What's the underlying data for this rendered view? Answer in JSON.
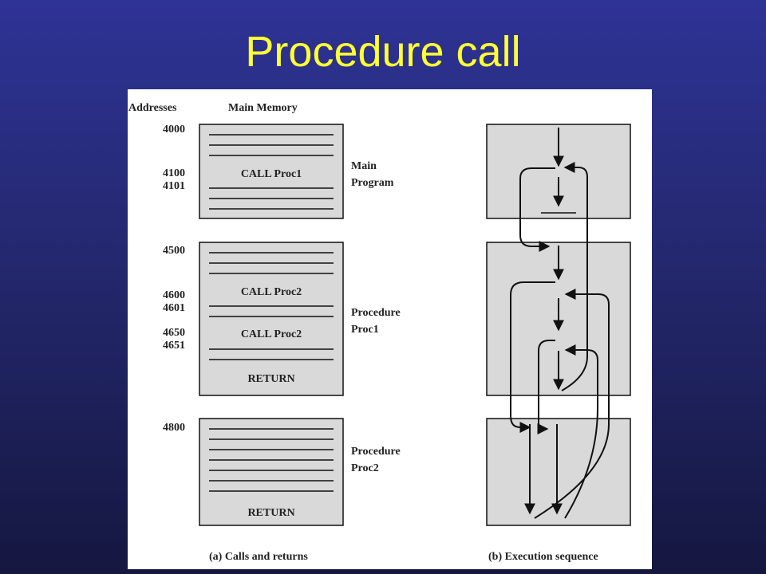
{
  "title": "Procedure call",
  "figure": {
    "header": {
      "addresses": "Addresses",
      "main_memory": "Main Memory"
    },
    "addresses": [
      "4000",
      "4100",
      "4101",
      "4500",
      "4600",
      "4601",
      "4650",
      "4651",
      "4800"
    ],
    "memory_labels": {
      "call_proc1": "CALL Proc1",
      "call_proc2_a": "CALL Proc2",
      "call_proc2_b": "CALL Proc2",
      "return_proc1": "RETURN",
      "return_proc2": "RETURN"
    },
    "segments": {
      "main_line1": "Main",
      "main_line2": "Program",
      "proc1_line1": "Procedure",
      "proc1_line2": "Proc1",
      "proc2_line1": "Procedure",
      "proc2_line2": "Proc2"
    },
    "captions": {
      "left": "(a) Calls and returns",
      "right": "(b) Execution sequence"
    }
  }
}
